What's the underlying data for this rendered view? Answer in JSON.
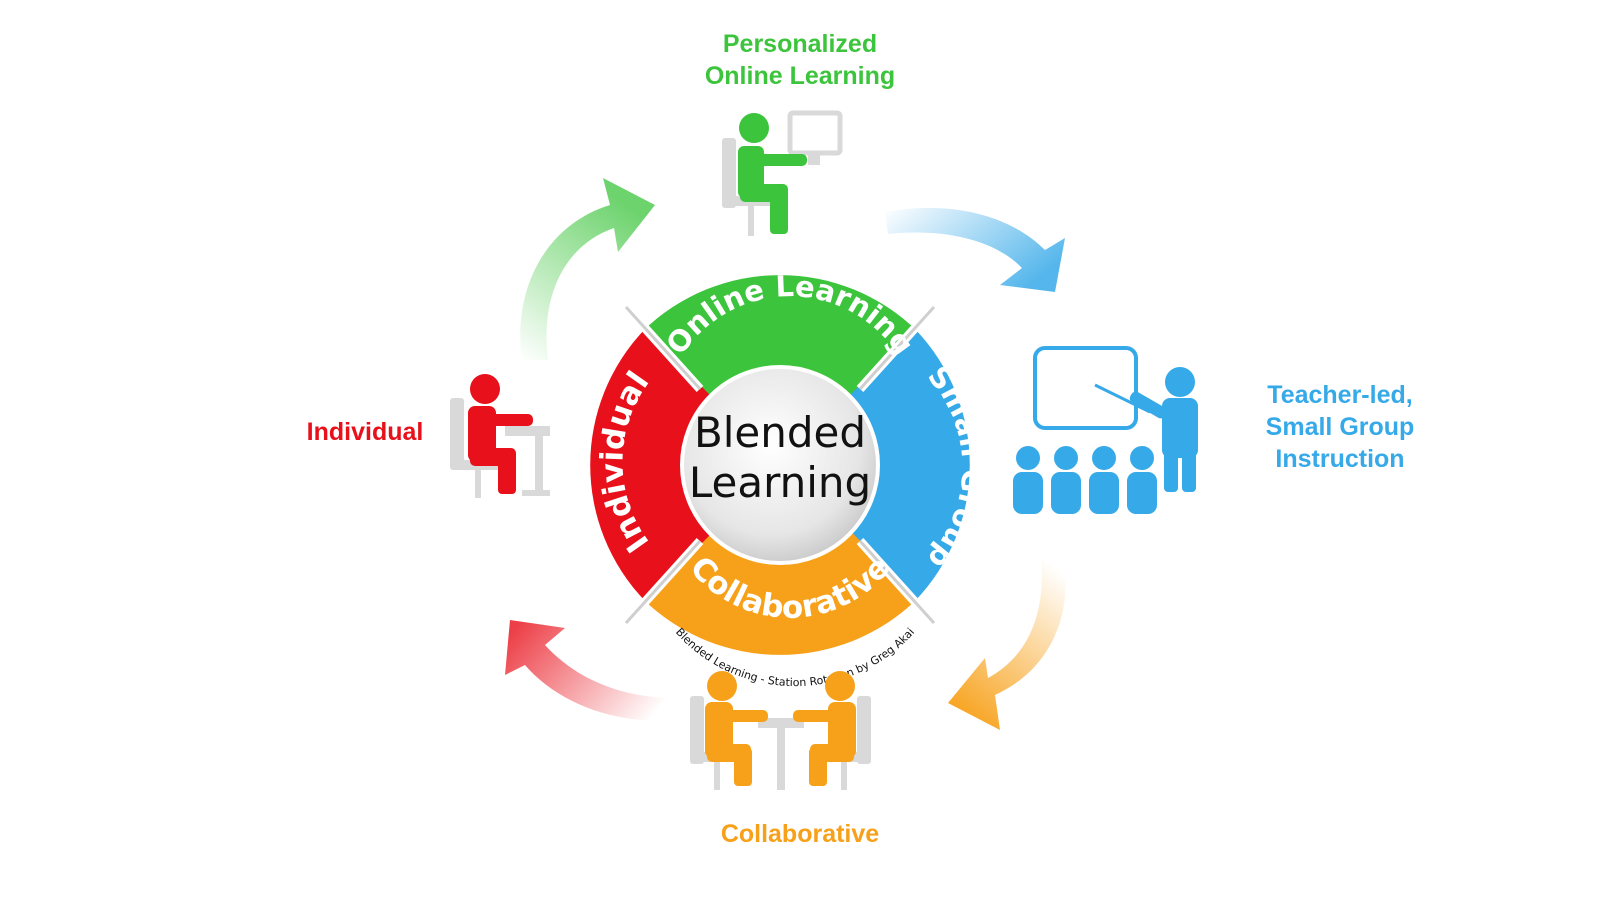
{
  "center": {
    "line1": "Blended",
    "line2": "Learning"
  },
  "segments": {
    "online": "Online Learning",
    "small_group": "Small Group",
    "collaborative": "Collaborative",
    "individual": "Individual"
  },
  "outer_labels": {
    "online": "Personalized\nOnline Learning",
    "teacher": "Teacher-led,\nSmall Group\nInstruction",
    "individual": "Individual",
    "collaborative": "Collaborative"
  },
  "credit": "Blended Learning  - Station Rotation by Greg Akai",
  "colors": {
    "green": "#3cc43c",
    "blue": "#36a9e8",
    "orange": "#f7a11a",
    "red": "#e8101a",
    "chair": "#d9d9d9",
    "hub": "#d8d8d8"
  }
}
